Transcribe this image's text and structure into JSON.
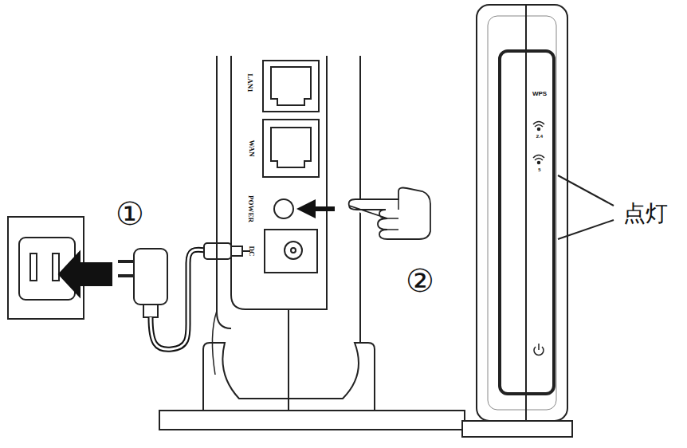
{
  "diagram": {
    "labels": [
      "LAN1",
      "WAN",
      "POWER",
      "DC",
      "①",
      "②",
      "WPS",
      "2.4",
      "5",
      "点灯"
    ]
  }
}
